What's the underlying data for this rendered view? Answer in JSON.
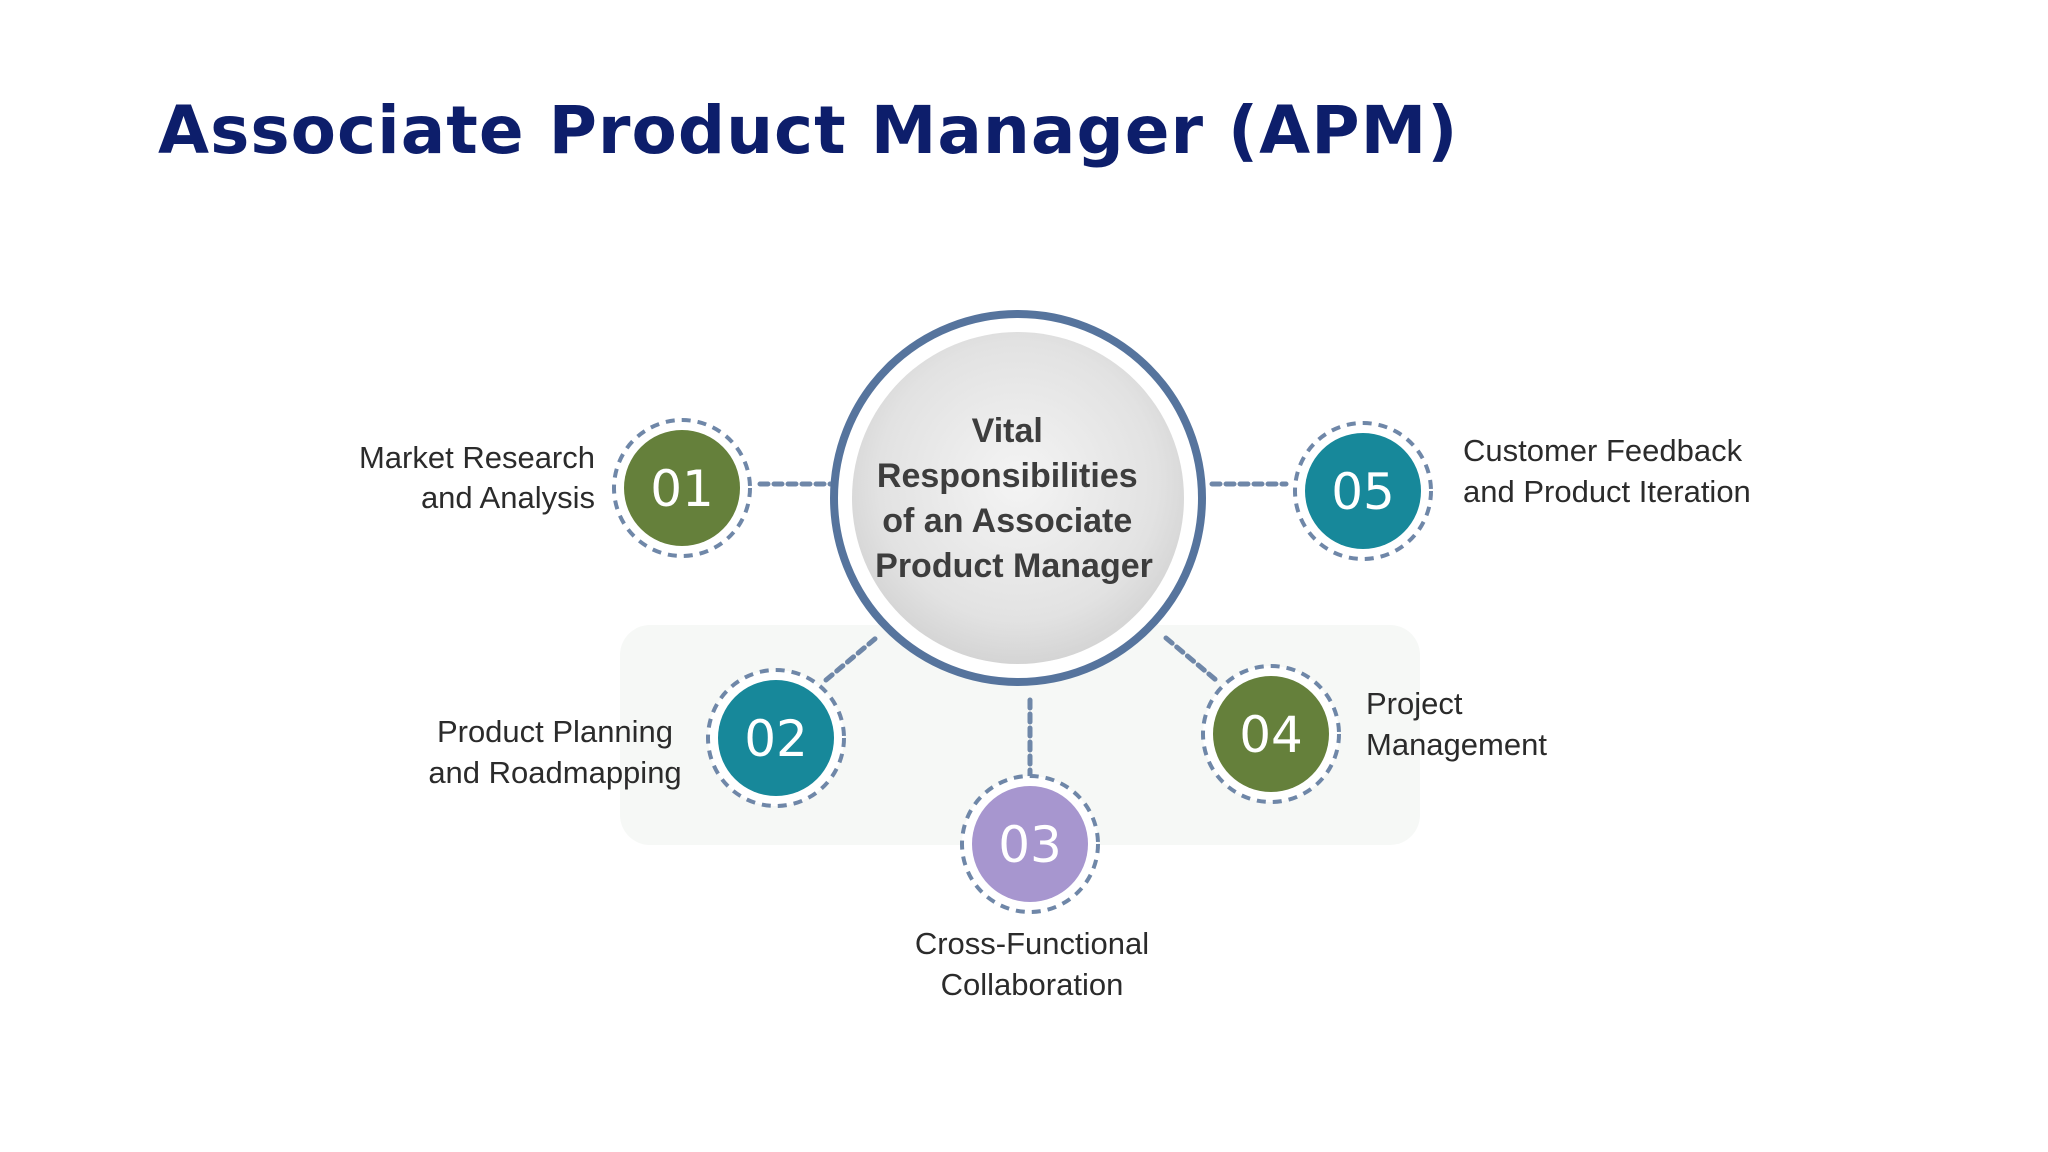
{
  "title": "Associate Product Manager (APM)",
  "colors": {
    "title": "#0d1e6b",
    "ring": "#56749d",
    "connector": "#6f87a8",
    "olive": "#65803b",
    "teal": "#17889a",
    "lavender": "#a796cf"
  },
  "center": {
    "lines": [
      "Vital",
      "Responsibilities",
      "of an Associate",
      "Product Manager"
    ]
  },
  "nodes": [
    {
      "number": "01",
      "label_lines": [
        "Market Research",
        "and Analysis"
      ],
      "color_key": "olive"
    },
    {
      "number": "02",
      "label_lines": [
        "Product Planning",
        "and Roadmapping"
      ],
      "color_key": "teal"
    },
    {
      "number": "03",
      "label_lines": [
        "Cross-Functional",
        "Collaboration"
      ],
      "color_key": "lavender"
    },
    {
      "number": "04",
      "label_lines": [
        "Project",
        "Management"
      ],
      "color_key": "olive"
    },
    {
      "number": "05",
      "label_lines": [
        "Customer Feedback",
        "and Product Iteration"
      ],
      "color_key": "teal"
    }
  ]
}
